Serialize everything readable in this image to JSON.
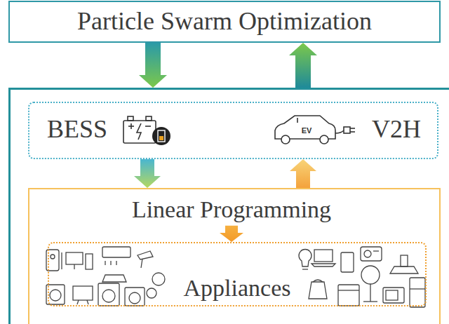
{
  "diagram": {
    "nodes": [
      {
        "text": [
          "Particle Swarm Optimization"
        ]
      },
      {
        "text": []
      },
      {
        "text": [
          "BESS",
          "V2H"
        ],
        "in": 1
      },
      {
        "text": [
          "Linear Programming"
        ],
        "in": 1
      },
      {
        "text": [
          "Appliances"
        ],
        "in": 3
      }
    ],
    "edges": [
      {
        "from": 0,
        "to": 1,
        "arrow": "to"
      },
      {
        "from": 1,
        "to": 0,
        "arrow": "to"
      },
      {
        "from": 2,
        "to": 3,
        "arrow": "to"
      },
      {
        "from": 3,
        "to": 2,
        "arrow": "to"
      },
      {
        "from": 3,
        "to": 4,
        "arrow": "to"
      }
    ],
    "labels": [
      "EV"
    ]
  }
}
